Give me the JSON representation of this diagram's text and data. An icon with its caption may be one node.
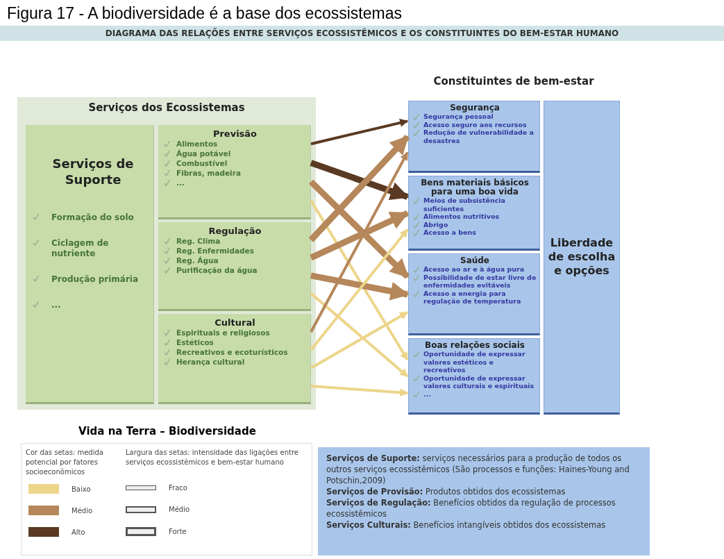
{
  "diagram": {
    "title": "Figura 17 - A biodiversidade é a base dos ecossistemas",
    "nodes": [
      {
        "text": [
          "Serviços dos Ecossistemas"
        ]
      },
      {
        "text": [
          "Serviços de Suporte",
          "Formação do solo",
          "Ciclagem de nutriente",
          "Produção primária",
          "..."
        ],
        "in": 0
      },
      {
        "text": [
          "Previsão",
          "Alimentos",
          "Água potável",
          "Combustível",
          "Fibras, madeira",
          "..."
        ],
        "in": 0
      },
      {
        "text": [
          "Regulação",
          "Reg. Clima",
          "Reg. Enfermidades",
          "Reg. Água",
          "Purificação da água"
        ],
        "in": 0
      },
      {
        "text": [
          "Cultural",
          "Espirituais e religiosos",
          "Estéticos",
          "Recreativos e ecoturísticos",
          "Herança cultural"
        ],
        "in": 0
      },
      {
        "text": [
          "Constituintes de bem-estar"
        ]
      },
      {
        "text": [
          "Segurança",
          "Segurança pessoal",
          "Acesso seguro aos recursos",
          "Redução de vulnerabilidade a desastres"
        ],
        "in": 5
      },
      {
        "text": [
          "Bens materiais básicos para uma boa vida",
          "Meios de subsistência suficientes",
          "Alimentos nutritivos",
          "Abrigo",
          "Acesso a bens"
        ],
        "in": 5
      },
      {
        "text": [
          "Saúde",
          "Acesso ao ar e à água pura",
          "Possibilidade de estar livre de enfermidades evitáveis",
          "Acesso a energia para regulação de temperatura"
        ],
        "in": 5
      },
      {
        "text": [
          "Boas relações sociais",
          "Oportunidade de expressar valores estéticos e recreativos",
          "Oportunidade de expressar valores culturais e espirituais",
          "..."
        ],
        "in": 5
      },
      {
        "text": [
          "Liberdade de escolha e opções"
        ],
        "in": 5
      }
    ],
    "edges": [
      {
        "from": 2,
        "to": 6,
        "arrow": "to",
        "color": "#5a3a22"
      },
      {
        "from": 2,
        "to": 7,
        "arrow": "to",
        "style": "thick",
        "color": "#5a3a22"
      },
      {
        "from": 2,
        "to": 8,
        "arrow": "to",
        "style": "thick",
        "color": "#b5875a"
      },
      {
        "from": 2,
        "to": 9,
        "arrow": "to",
        "color": "#ecd58a"
      },
      {
        "from": 3,
        "to": 6,
        "arrow": "to",
        "style": "thick",
        "color": "#b5875a"
      },
      {
        "from": 3,
        "to": 7,
        "arrow": "to",
        "style": "thick",
        "color": "#b5875a"
      },
      {
        "from": 3,
        "to": 8,
        "arrow": "to",
        "style": "thick",
        "color": "#b5875a"
      },
      {
        "from": 3,
        "to": 9,
        "arrow": "to",
        "color": "#ecd58a"
      },
      {
        "from": 4,
        "to": 6,
        "arrow": "to",
        "color": "#b5875a"
      },
      {
        "from": 4,
        "to": 7,
        "arrow": "to",
        "color": "#ecd58a"
      },
      {
        "from": 4,
        "to": 8,
        "arrow": "to",
        "color": "#ecd58a"
      },
      {
        "from": 4,
        "to": 9,
        "arrow": "to",
        "color": "#ecd58a"
      }
    ],
    "labels": [
      "DIAGRAMA DAS RELAÇÕES ENTRE SERVIÇOS ECOSSISTÊMICOS E OS CONSTITUINTES DO BEM-ESTAR HUMANO",
      "Vida na Terra – Biodiversidade",
      "Cor das setas: medida potencial por fatores socioeconômicos",
      "Largura das setas: intensidade das ligações entre serviços ecossistêmicos e bem-estar humano",
      "**Serviços de Suporte:** serviços necessários para a produção de todos os outros serviços ecossistêmicos (São processos e funções: Haines-Young and Potschin,2009)",
      "**Serviços de Provisão:** Produtos obtidos dos ecossistemas",
      "**Serviços de Regulação:** Benefícios obtidos da regulação de processos ecossistêmicos",
      "**Serviços Culturais:** Benefícios intangíveis obtidos dos ecossistemas"
    ],
    "legend": [
      {
        "text": "Baixo",
        "color": "#ecd58a"
      },
      {
        "text": "Médio",
        "color": "#b5875a"
      },
      {
        "text": "Alto",
        "color": "#5a3a22"
      },
      {
        "text": "Fraco"
      },
      {
        "text": "Médio"
      },
      {
        "text": "Forte"
      }
    ]
  }
}
